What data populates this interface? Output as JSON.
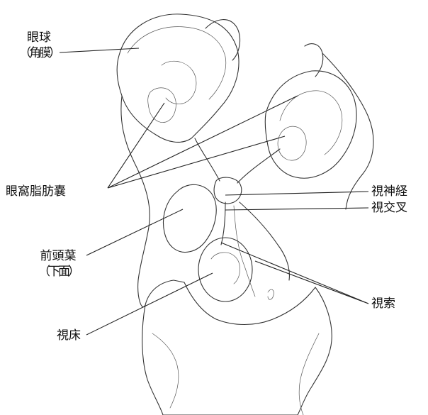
{
  "labels": {
    "eyeball": "眼球",
    "cornea": "（角膜）",
    "orbital_fat": "眼窩脂肪嚢",
    "frontal_lobe": "前頭葉",
    "underside": "（下面）",
    "thalamus": "視床",
    "optic_nerve": "視神経",
    "optic_chiasm": "視交叉",
    "optic_tract": "視索"
  },
  "colors": {
    "ink": "#333333",
    "text": "#111111",
    "background": "#ffffff"
  }
}
